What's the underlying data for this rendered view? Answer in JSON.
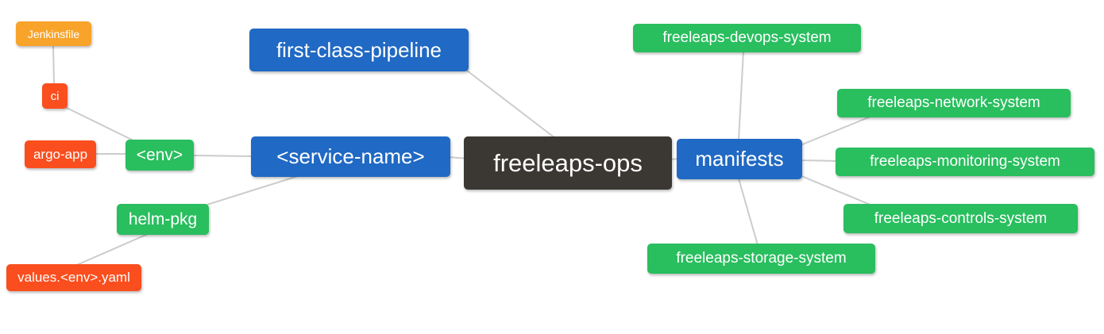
{
  "diagram": {
    "kind": "mind-map",
    "root": "freeleaps-ops"
  },
  "colors": {
    "canvas_bg": "#ffffff",
    "edge": "#cccccc",
    "text": "#ffffff",
    "root_bg": "#3b3733",
    "branch_blue_bg": "#2069c4",
    "leaf_green_bg": "#29be5e",
    "leaf_red_bg": "#fa4e1e",
    "leaf_amber_bg": "#f8a32a"
  },
  "nodes": {
    "freeleaps_ops": {
      "label": "freeleaps-ops",
      "color": "#3b3733"
    },
    "first_class_pipeline": {
      "label": "first-class-pipeline",
      "color": "#2069c4"
    },
    "service_name": {
      "label": "<service-name>",
      "color": "#2069c4"
    },
    "manifests": {
      "label": "manifests",
      "color": "#2069c4"
    },
    "env": {
      "label": "<env>",
      "color": "#29be5e"
    },
    "helm_pkg": {
      "label": "helm-pkg",
      "color": "#29be5e"
    },
    "ci": {
      "label": "ci",
      "color": "#fa4e1e"
    },
    "argo_app": {
      "label": "argo-app",
      "color": "#fa4e1e"
    },
    "jenkinsfile": {
      "label": "Jenkinsfile",
      "color": "#f8a32a"
    },
    "values_env_yaml": {
      "label": "values.<env>.yaml",
      "color": "#fa4e1e"
    },
    "devops_system": {
      "label": "freeleaps-devops-system",
      "color": "#29be5e"
    },
    "network_system": {
      "label": "freeleaps-network-system",
      "color": "#29be5e"
    },
    "monitoring_system": {
      "label": "freeleaps-monitoring-system",
      "color": "#29be5e"
    },
    "controls_system": {
      "label": "freeleaps-controls-system",
      "color": "#29be5e"
    },
    "storage_system": {
      "label": "freeleaps-storage-system",
      "color": "#29be5e"
    }
  },
  "edges": [
    {
      "from": "jenkinsfile",
      "to": "ci"
    },
    {
      "from": "ci",
      "to": "env"
    },
    {
      "from": "argo_app",
      "to": "env"
    },
    {
      "from": "env",
      "to": "service_name"
    },
    {
      "from": "helm_pkg",
      "to": "service_name"
    },
    {
      "from": "values_env_yaml",
      "to": "helm_pkg"
    },
    {
      "from": "first_class_pipeline",
      "to": "freeleaps_ops"
    },
    {
      "from": "service_name",
      "to": "freeleaps_ops"
    },
    {
      "from": "freeleaps_ops",
      "to": "manifests"
    },
    {
      "from": "manifests",
      "to": "devops_system"
    },
    {
      "from": "manifests",
      "to": "network_system"
    },
    {
      "from": "manifests",
      "to": "monitoring_system"
    },
    {
      "from": "manifests",
      "to": "controls_system"
    },
    {
      "from": "manifests",
      "to": "storage_system"
    }
  ]
}
